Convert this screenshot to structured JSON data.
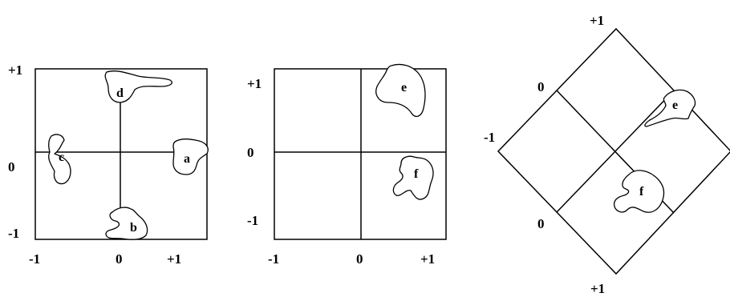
{
  "panel1": {
    "y_ticks": {
      "top": "+1",
      "middle": "0",
      "bottom": "-1"
    },
    "x_ticks": {
      "left": "-1",
      "middle": "0",
      "right": "+1"
    },
    "shapes": {
      "a": "a",
      "b": "b",
      "c": "c",
      "d": "d"
    }
  },
  "panel2": {
    "y_ticks": {
      "top": "+1",
      "middle": "0",
      "bottom": "-1"
    },
    "x_ticks": {
      "left": "-1",
      "middle": "0",
      "right": "+1"
    },
    "shapes": {
      "e": "e",
      "f": "f"
    }
  },
  "panel3": {
    "corner_labels": {
      "top": "+1",
      "bottom": "+1",
      "left": "-1"
    },
    "edge_labels": {
      "upper_left": "0",
      "lower_left": "0"
    },
    "shapes": {
      "e": "e",
      "f": "f"
    }
  }
}
